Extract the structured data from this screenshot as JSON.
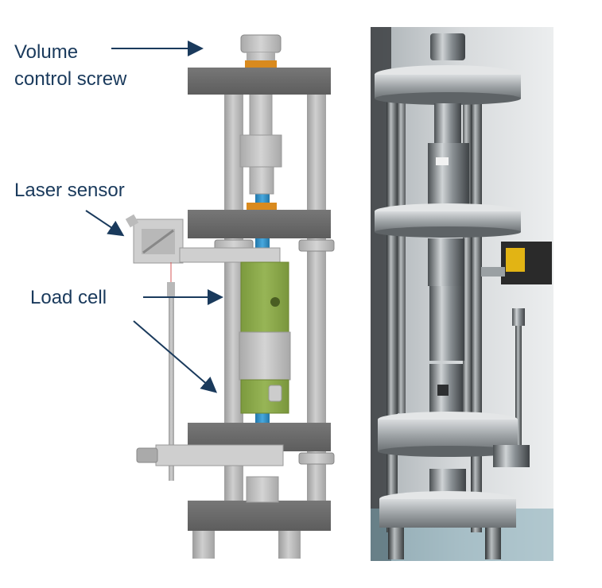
{
  "labels": {
    "volume_control_screw_line1": "Volume",
    "volume_control_screw_line2": "control screw",
    "laser_sensor": "Laser sensor",
    "load_cell": "Load cell"
  },
  "colors": {
    "label_text": "#1a3a5c",
    "arrow": "#1a3a5c",
    "frame_plate": "#6b6b6b",
    "rod": "#b5b5b5",
    "load_cell_green": "#8aa84a",
    "piston_blue": "#2e8fc8",
    "seal_orange": "#d98a1e",
    "photo_background": "#cfd3d6"
  }
}
